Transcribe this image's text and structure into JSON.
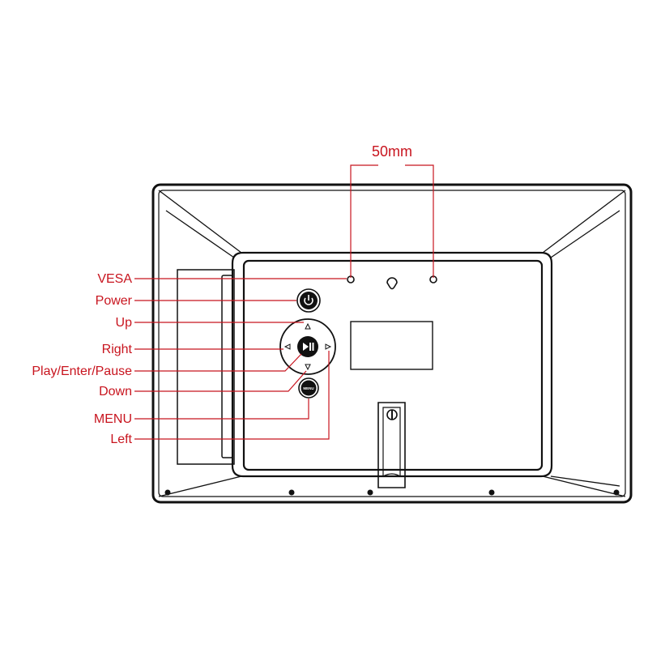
{
  "dimension": {
    "label": "50mm"
  },
  "callouts": [
    {
      "id": "vesa",
      "label": "VESA"
    },
    {
      "id": "power",
      "label": "Power"
    },
    {
      "id": "up",
      "label": "Up"
    },
    {
      "id": "right",
      "label": "Right"
    },
    {
      "id": "play",
      "label": "Play/Enter/Pause"
    },
    {
      "id": "down",
      "label": "Down"
    },
    {
      "id": "menu",
      "label": "MENU"
    },
    {
      "id": "left",
      "label": "Left"
    }
  ],
  "device": {
    "menu_button_text": "MENU"
  },
  "colors": {
    "callout": "#c8141e",
    "outline": "#111111",
    "background": "#ffffff"
  }
}
